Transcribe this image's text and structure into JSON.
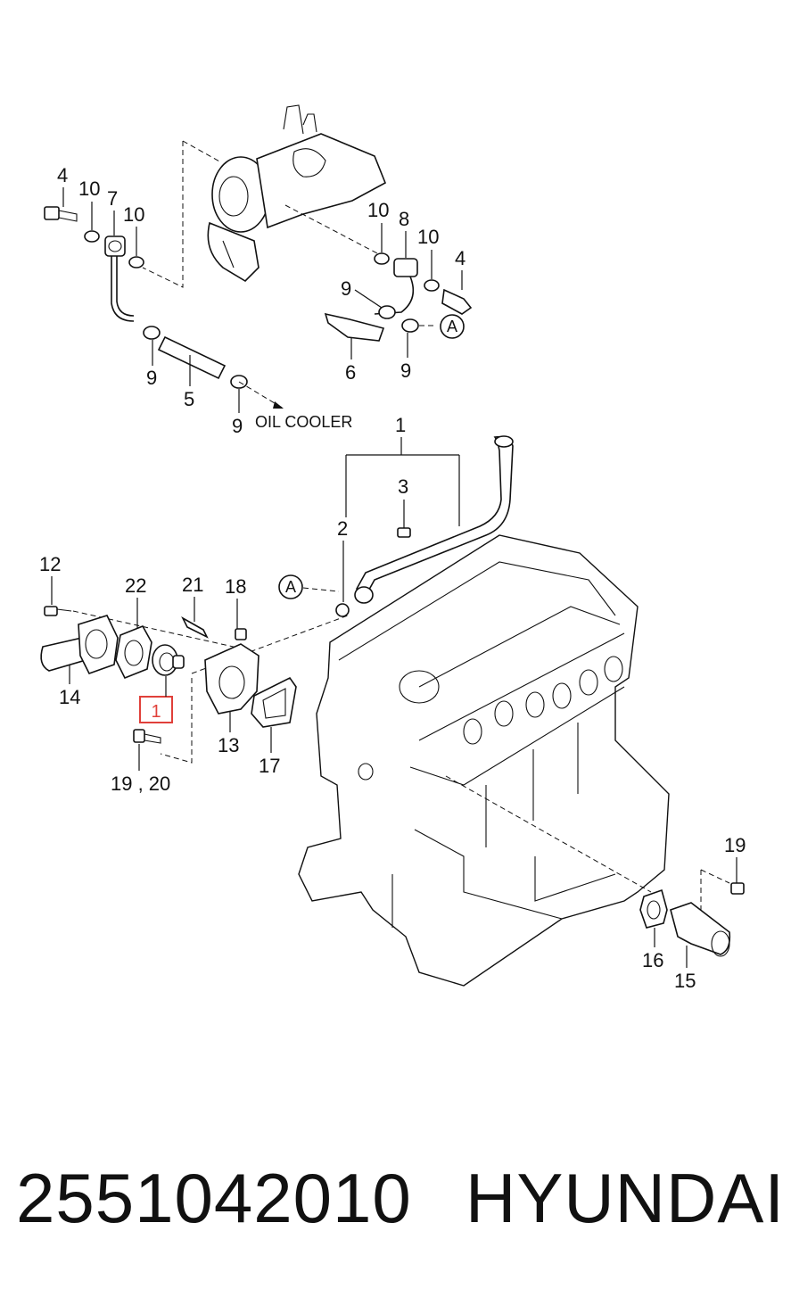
{
  "diagram": {
    "callouts": {
      "c4a": "4",
      "c10a": "10",
      "c7": "7",
      "c10b": "10",
      "c10c": "10",
      "c8": "8",
      "c10d": "10",
      "c4b": "4",
      "c9a": "9",
      "c9b": "9",
      "c5": "5",
      "c9c": "9",
      "c6": "6",
      "c9d": "9",
      "c1": "1",
      "c3": "3",
      "c2": "2",
      "c12": "12",
      "c22": "22",
      "c21": "21",
      "c18": "18",
      "c14": "14",
      "c13": "13",
      "c17": "17",
      "c1920": "19 , 20",
      "c19": "19",
      "c16": "16",
      "c15": "15"
    },
    "oil_cooler_label": "OIL COOLER",
    "ref_a": "A",
    "highlight_label": "1"
  },
  "footer": {
    "part_number": "2551042010",
    "brand": "HYUNDAI"
  }
}
